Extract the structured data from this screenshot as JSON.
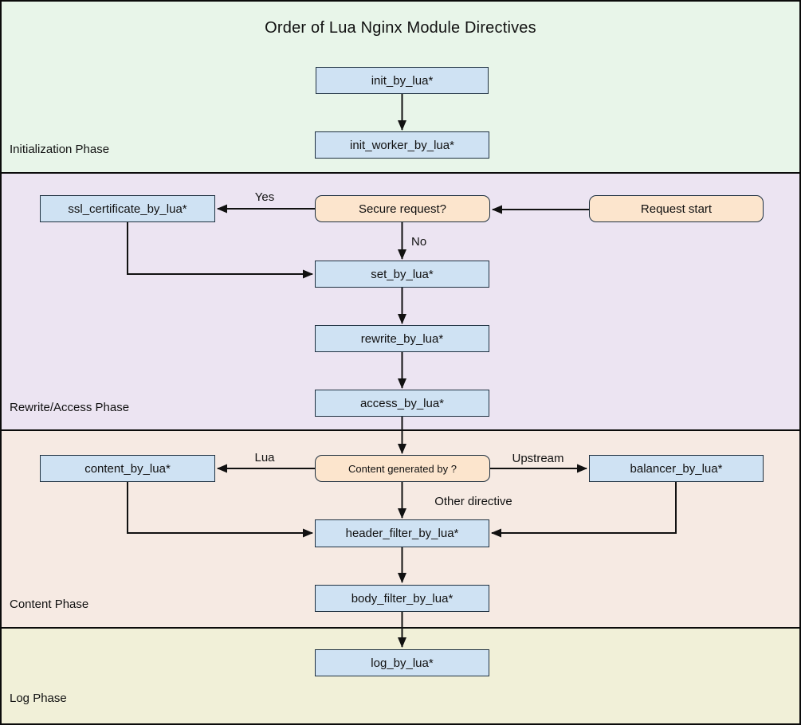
{
  "title": "Order of Lua Nginx Module Directives",
  "phases": [
    {
      "label": "Initialization Phase",
      "color": "#e8f5e9"
    },
    {
      "label": "Rewrite/Access Phase",
      "color": "#ece4f2"
    },
    {
      "label": "Content Phase",
      "color": "#f6eae3"
    },
    {
      "label": "Log Phase",
      "color": "#f1f0d8"
    }
  ],
  "nodes": {
    "init_by_lua": {
      "label": "init_by_lua*",
      "type": "directive"
    },
    "init_worker_by_lua": {
      "label": "init_worker_by_lua*",
      "type": "directive"
    },
    "ssl_certificate_by_lua": {
      "label": "ssl_certificate_by_lua*",
      "type": "directive"
    },
    "secure_request": {
      "label": "Secure request?",
      "type": "decision"
    },
    "request_start": {
      "label": "Request start",
      "type": "start"
    },
    "set_by_lua": {
      "label": "set_by_lua*",
      "type": "directive"
    },
    "rewrite_by_lua": {
      "label": "rewrite_by_lua*",
      "type": "directive"
    },
    "access_by_lua": {
      "label": "access_by_lua*",
      "type": "directive"
    },
    "content_by_lua": {
      "label": "content_by_lua*",
      "type": "directive"
    },
    "content_generated_by": {
      "label": "Content generated by ?",
      "type": "decision"
    },
    "balancer_by_lua": {
      "label": "balancer_by_lua*",
      "type": "directive"
    },
    "header_filter_by_lua": {
      "label": "header_filter_by_lua*",
      "type": "directive"
    },
    "body_filter_by_lua": {
      "label": "body_filter_by_lua*",
      "type": "directive"
    },
    "log_by_lua": {
      "label": "log_by_lua*",
      "type": "directive"
    }
  },
  "edge_labels": {
    "yes": "Yes",
    "no": "No",
    "lua": "Lua",
    "upstream": "Upstream",
    "other_directive": "Other directive"
  },
  "colors": {
    "directive_fill": "#cfe2f3",
    "decision_fill": "#fce5cd",
    "node_border": "#1f3141",
    "arrow": "#111111",
    "phase_initialization": "#e8f5e9",
    "phase_rewrite_access": "#ece4f2",
    "phase_content": "#f6eae3",
    "phase_log": "#f1f0d8"
  }
}
